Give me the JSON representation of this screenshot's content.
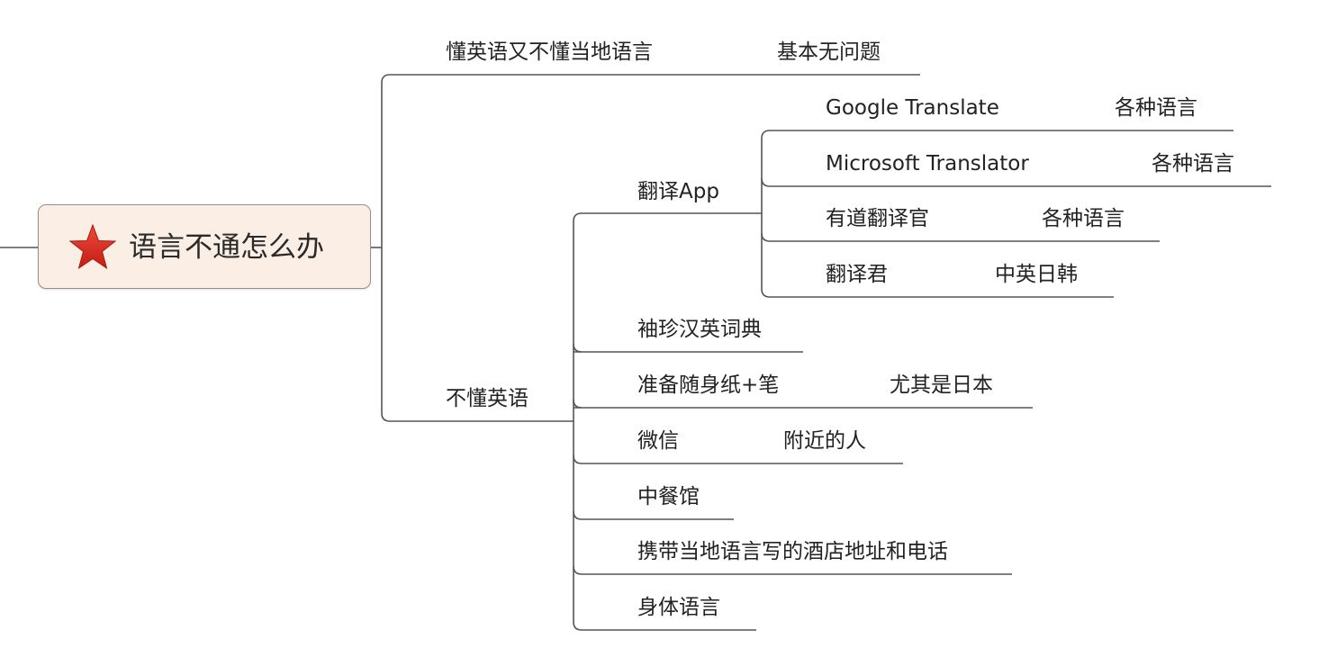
{
  "root": {
    "label": "语言不通怎么办",
    "marker": "star-icon",
    "marker_color": "#d42a1f"
  },
  "branches": [
    {
      "label": "懂英语又不懂当地语言",
      "note": "基本无问题"
    },
    {
      "label": "不懂英语",
      "children": [
        {
          "label": "翻译App",
          "children": [
            {
              "label": "Google Translate",
              "note": "各种语言"
            },
            {
              "label": "Microsoft Translator",
              "note": "各种语言"
            },
            {
              "label": "有道翻译官",
              "note": "各种语言"
            },
            {
              "label": "翻译君",
              "note": "中英日韩"
            }
          ]
        },
        {
          "label": "袖珍汉英词典"
        },
        {
          "label": "准备随身纸+笔",
          "note": "尤其是日本"
        },
        {
          "label": "微信",
          "note": "附近的人"
        },
        {
          "label": "中餐馆"
        },
        {
          "label": "携带当地语言写的酒店地址和电话"
        },
        {
          "label": "身体语言"
        }
      ]
    }
  ],
  "colors": {
    "line": "#555555",
    "root_fill": "#fbeee4",
    "root_border": "#9a8f88"
  }
}
